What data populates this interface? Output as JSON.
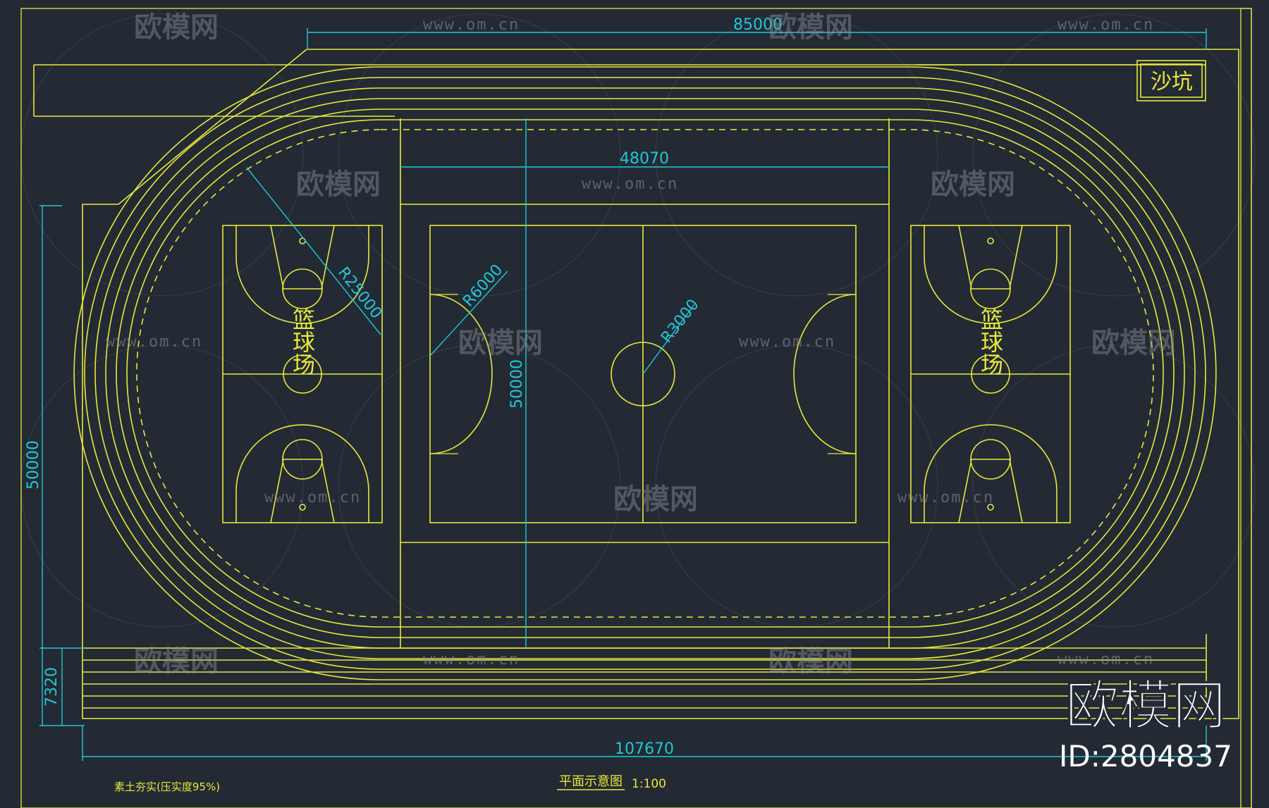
{
  "drawing": {
    "labels": {
      "sandpit": "沙坑",
      "basketball_left": "篮球场",
      "basketball_right": "篮球场",
      "title": "平面示意图",
      "scale": "1:100",
      "note": "素土夯实(压实度95%)"
    },
    "dimensions": {
      "top_width": "85000",
      "field_width": "48070",
      "total_width": "107670",
      "left_height": "50000",
      "field_height": "50000",
      "straight_width": "7320",
      "radius_big": "R25000",
      "radius_penalty": "R6000",
      "radius_center": "R3000"
    },
    "colors": {
      "background": "#232a34",
      "lines": "#e8e83a",
      "dimensions": "#21c7d8",
      "watermark": "#8b919b",
      "brand": "#ffffff"
    }
  },
  "watermark": {
    "url": "www.om.cn",
    "logo_text": "欧模网"
  },
  "brand": {
    "name": "欧模网",
    "id": "ID:2804837"
  }
}
